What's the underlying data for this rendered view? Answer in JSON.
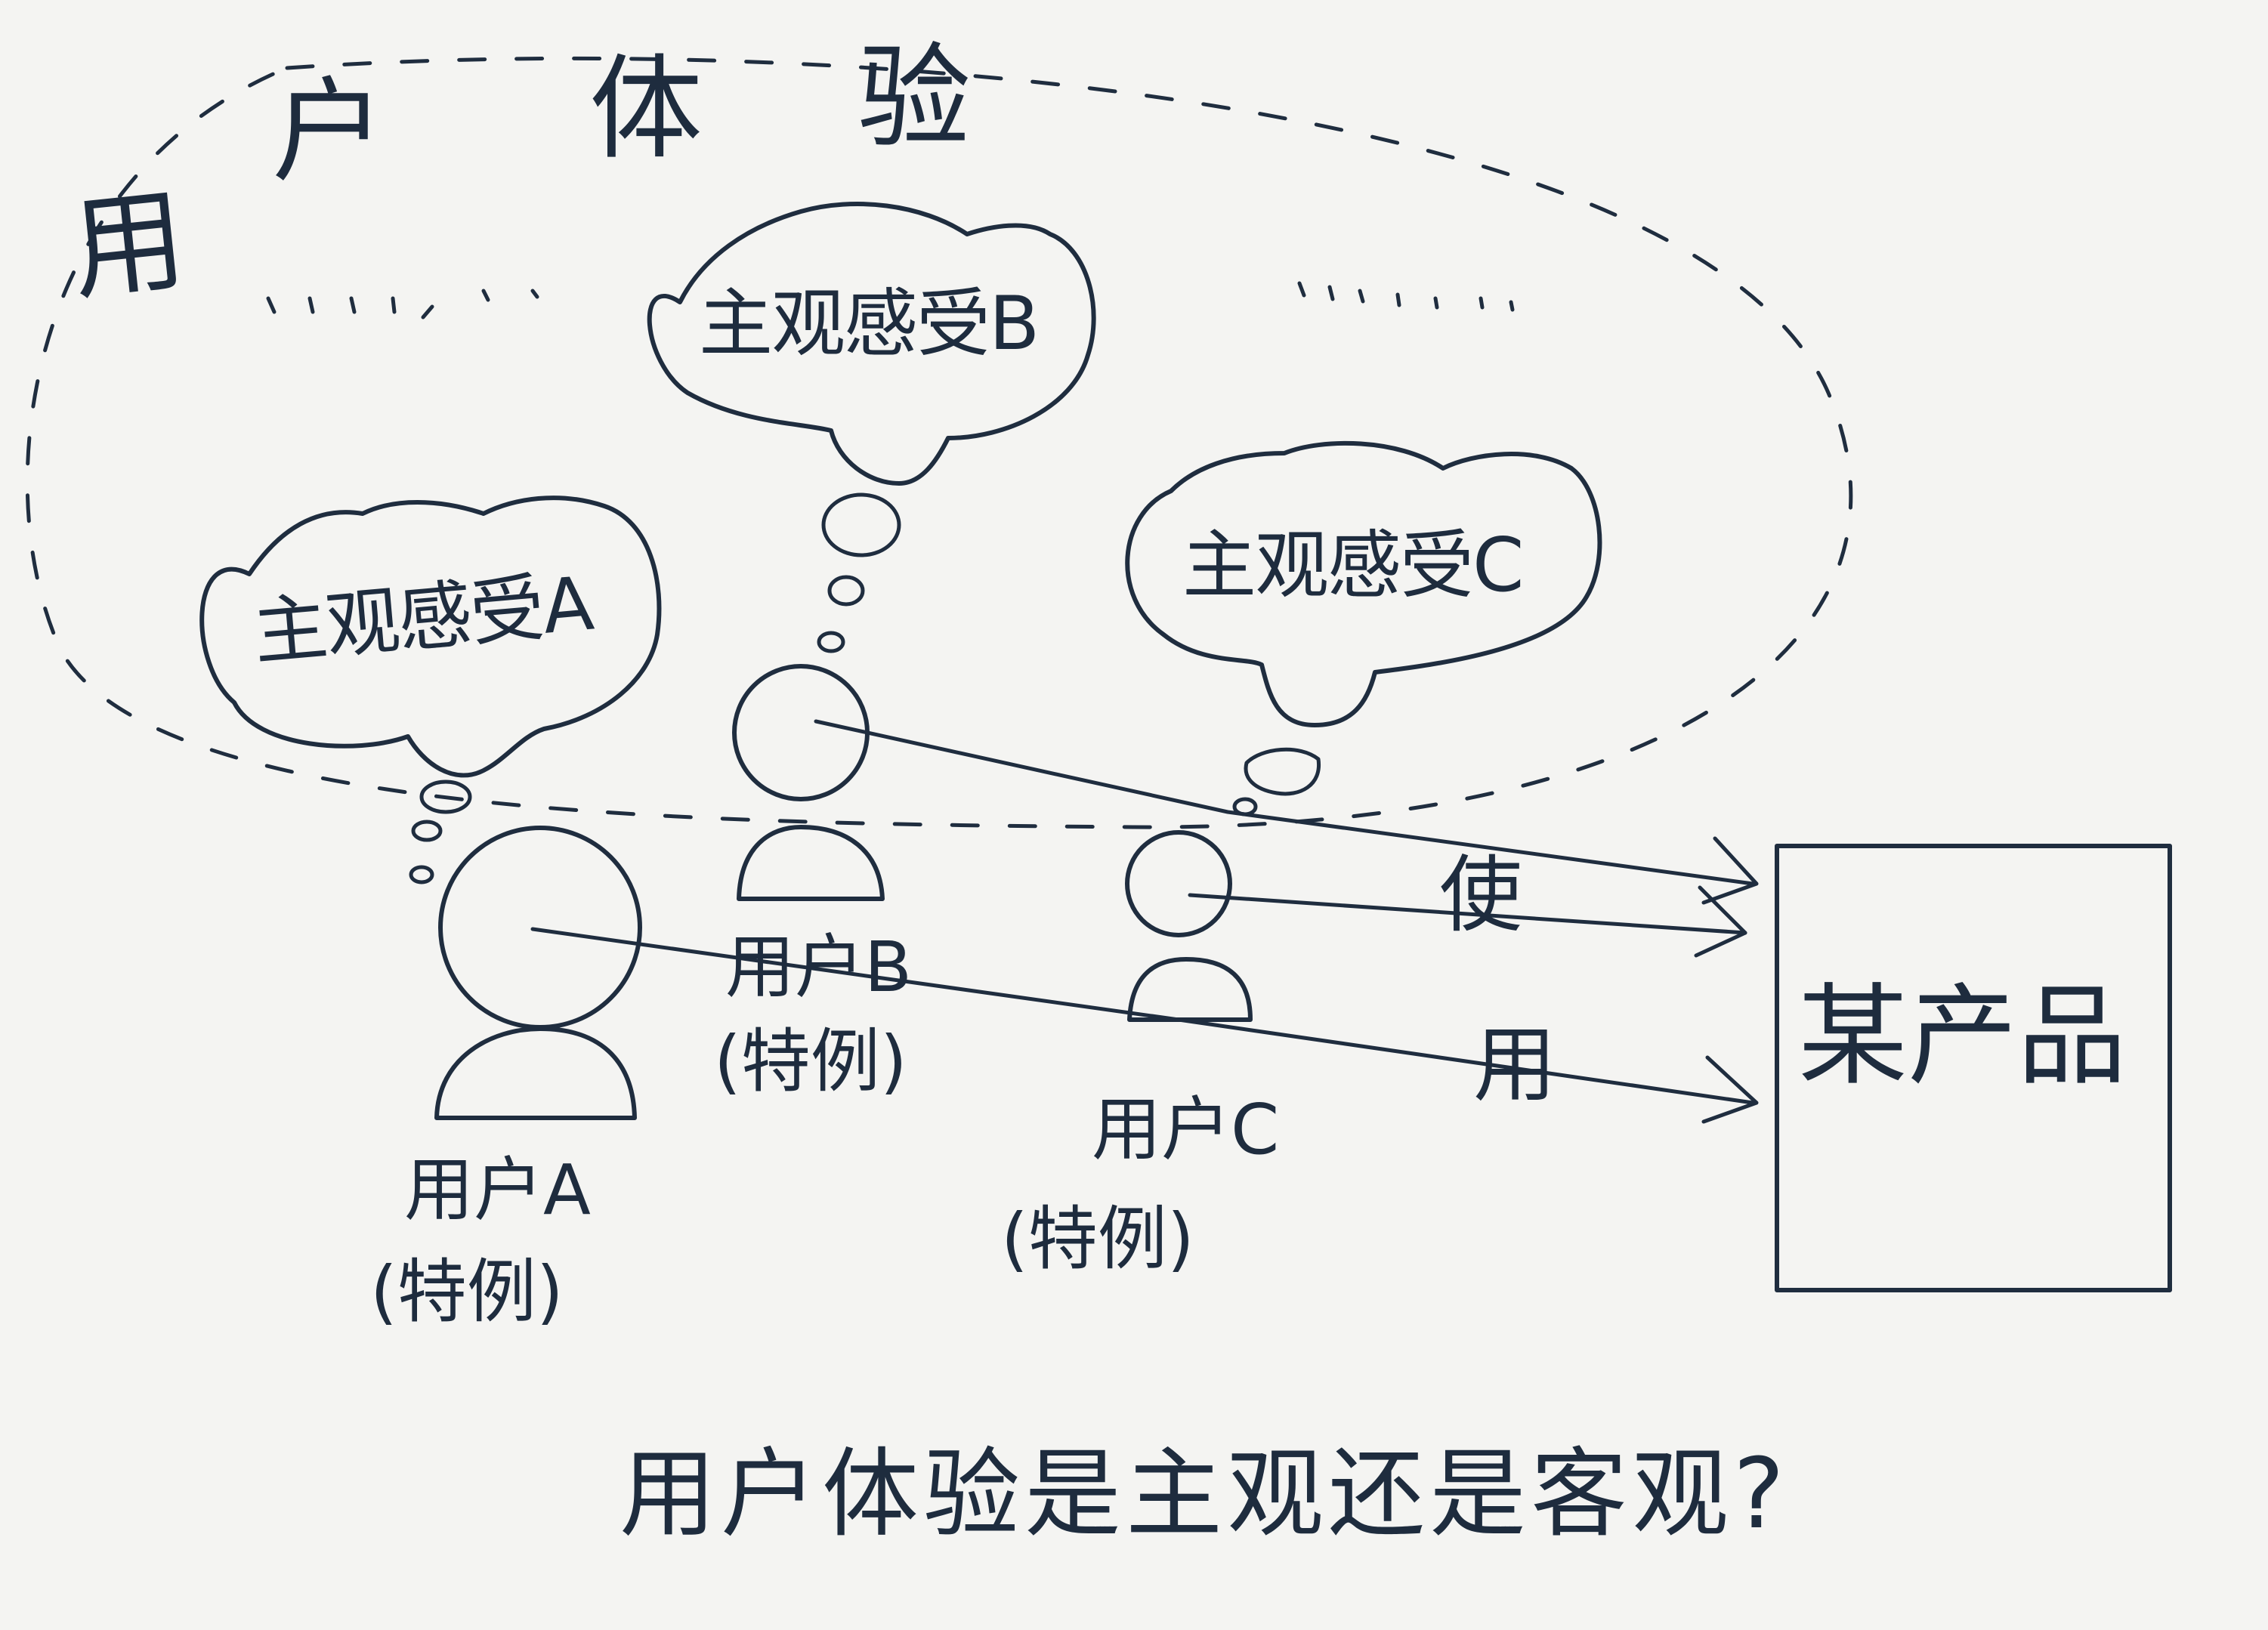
{
  "title": {
    "chars": [
      "用",
      "户",
      "体",
      "验"
    ]
  },
  "thoughts": {
    "a": "主观感受A",
    "b": "主观感受B",
    "c": "主观感受C",
    "ellipsis_left": "……",
    "ellipsis_right": "……"
  },
  "users": [
    {
      "name": "用户A",
      "note": "(特例)"
    },
    {
      "name": "用户B",
      "note": "(特例)"
    },
    {
      "name": "用户C",
      "note": "(特例)"
    }
  ],
  "action": {
    "chars": [
      "使",
      "用"
    ]
  },
  "product": {
    "label": "某产品"
  },
  "question": "用户体验是主观还是客观?",
  "colors": {
    "ink": "#1f2d3f",
    "paper": "#f4f4f2"
  }
}
